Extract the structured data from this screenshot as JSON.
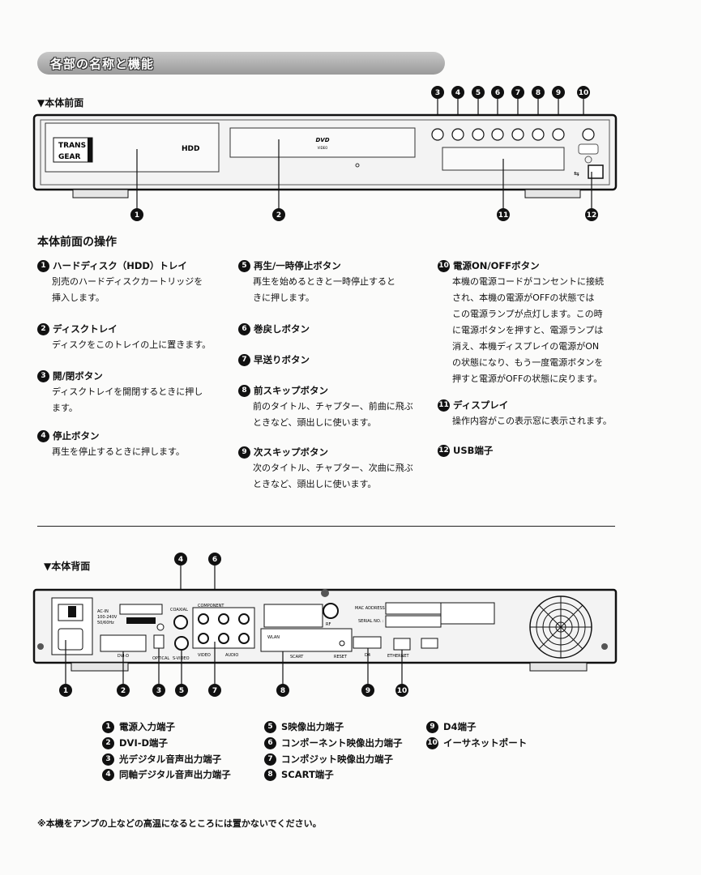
{
  "title": "各部の名称と機能",
  "front": {
    "label": "▼本体前面",
    "brand_line1": "TRANS",
    "brand_line2": "GEAR",
    "hdd": "HDD",
    "dvd": "DVD",
    "dvd_sub": "VIDEO",
    "top_callouts": [
      "3",
      "4",
      "5",
      "6",
      "7",
      "8",
      "9",
      "10"
    ],
    "bottom_callouts": [
      "1",
      "2",
      "11",
      "12"
    ]
  },
  "operations": {
    "heading": "本体前面の操作",
    "items": [
      {
        "n": "1",
        "title": "ハードディスク（HDD）トレイ",
        "desc": [
          "別売のハードディスクカートリッジを",
          "挿入します。"
        ]
      },
      {
        "n": "2",
        "title": "ディスクトレイ",
        "desc": [
          "ディスクをこのトレイの上に置きます。"
        ]
      },
      {
        "n": "3",
        "title": "開/閉ボタン",
        "desc": [
          "ディスクトレイを開閉するときに押し",
          "ます。"
        ]
      },
      {
        "n": "4",
        "title": "停止ボタン",
        "desc": [
          "再生を停止するときに押します。"
        ]
      },
      {
        "n": "5",
        "title": "再生/一時停止ボタン",
        "desc": [
          "再生を始めるときと一時停止すると",
          "きに押します。"
        ]
      },
      {
        "n": "6",
        "title": "巻戻しボタン",
        "desc": []
      },
      {
        "n": "7",
        "title": "早送りボタン",
        "desc": []
      },
      {
        "n": "8",
        "title": "前スキップボタン",
        "desc": [
          "前のタイトル、チャプター、前曲に飛ぶ",
          "ときなど、頭出しに使います。"
        ]
      },
      {
        "n": "9",
        "title": "次スキップボタン",
        "desc": [
          "次のタイトル、チャプター、次曲に飛ぶ",
          "ときなど、頭出しに使います。"
        ]
      },
      {
        "n": "10",
        "title": "電源ON/OFFボタン",
        "desc": [
          "本機の電源コードがコンセントに接続",
          "され、本機の電源がOFFの状態では",
          "この電源ランプが点灯します。この時",
          "に電源ボタンを押すと、電源ランプは",
          "消え、本機ディスプレイの電源がON",
          "の状態になり、もう一度電源ボタンを",
          "押すと電源がOFFの状態に戻ります。"
        ]
      },
      {
        "n": "11",
        "title": "ディスプレイ",
        "desc": [
          "操作内容がこの表示窓に表示されます。"
        ]
      },
      {
        "n": "12",
        "title": "USB端子",
        "desc": []
      }
    ]
  },
  "rear": {
    "label": "▼本体背面",
    "panel_labels": {
      "ac": "AC-IN",
      "ac2": "100-240V",
      "ac3": "50/60Hz",
      "dvi": "DVI-D",
      "optical": "OPTICAL",
      "coaxial": "COAXIAL",
      "component": "COMPONENT",
      "svideo": "S-VIDEO",
      "video": "VIDEO",
      "audio": "AUDIO",
      "wlan": "WLAN",
      "scart": "SCART",
      "rf": "RF",
      "reset": "RESET",
      "d4": "D4",
      "ethernet": "ETHERNET",
      "mac": "MAC ADDRESS :",
      "serial": "SERIAL NO. :"
    },
    "top_callouts": [
      "4",
      "6"
    ],
    "bottom_callouts": [
      "1",
      "2",
      "3",
      "5",
      "7",
      "8",
      "9",
      "10"
    ],
    "legend": [
      {
        "n": "1",
        "text": "電源入力端子"
      },
      {
        "n": "2",
        "text": "DVI-D端子"
      },
      {
        "n": "3",
        "text": "光デジタル音声出力端子"
      },
      {
        "n": "4",
        "text": "同軸デジタル音声出力端子"
      },
      {
        "n": "5",
        "text": "S映像出力端子"
      },
      {
        "n": "6",
        "text": "コンポーネント映像出力端子"
      },
      {
        "n": "7",
        "text": "コンポジット映像出力端子"
      },
      {
        "n": "8",
        "text": "SCART端子"
      },
      {
        "n": "9",
        "text": "D4端子"
      },
      {
        "n": "10",
        "text": "イーサネットポート"
      }
    ]
  },
  "footnote": "※本機をアンプの上などの高温になるところには置かないでください。"
}
